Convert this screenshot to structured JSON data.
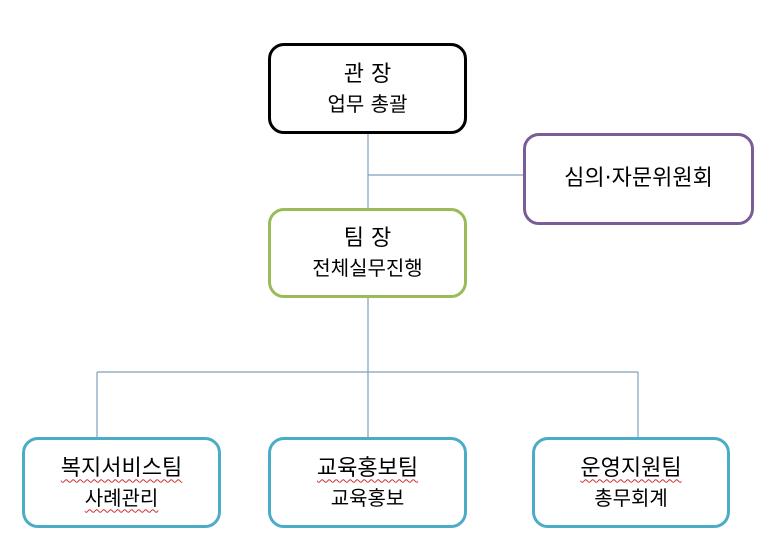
{
  "org_chart": {
    "director": {
      "title": "관 장",
      "duty": "업무 총괄"
    },
    "committee": {
      "title": "심의·자문위원회"
    },
    "team_lead": {
      "title": "팀 장",
      "duty": "전체실무진행"
    },
    "teams": [
      {
        "title": "복지서비스팀",
        "duty": "사례관리"
      },
      {
        "title": "교육홍보팀",
        "duty": "교육홍보"
      },
      {
        "title": "운영지원팀",
        "duty": "총무회계"
      }
    ]
  },
  "colors": {
    "connector": "#7f9fbf",
    "director_border": "#000000",
    "committee_border": "#7a5c96",
    "team_lead_border": "#9bbb59",
    "team_border": "#4bacc6"
  }
}
